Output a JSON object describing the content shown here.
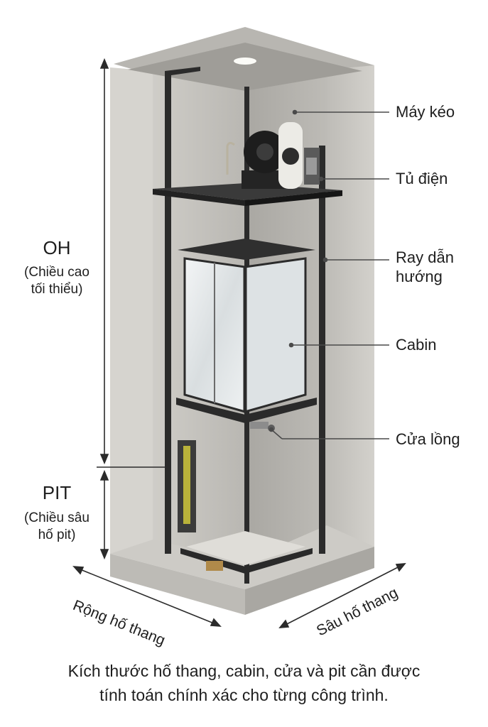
{
  "labels": {
    "traction_machine": "Máy kéo",
    "control_cabinet": "Tủ điện",
    "guide_rail_line1": "Ray dẫn",
    "guide_rail_line2": "hướng",
    "cabin": "Cabin",
    "landing_door": "Cửa lồng"
  },
  "dimensions": {
    "oh_title": "OH",
    "oh_note_line1": "(Chiều cao",
    "oh_note_line2": "tối thiểu)",
    "pit_title": "PIT",
    "pit_note_line1": "(Chiều sâu",
    "pit_note_line2": "hố pit)",
    "shaft_width": "Rộng hố thang",
    "shaft_depth": "Sâu hố thang"
  },
  "caption": {
    "line1": "Kích thước hố thang, cabin, cửa và pit cần được",
    "line2": "tính toán chính xác cho từng công trình."
  },
  "colors": {
    "concrete": "#c9c7c2",
    "frame": "#2b2b2b",
    "glass": "#e4e7e8",
    "text": "#1e1e1e"
  }
}
